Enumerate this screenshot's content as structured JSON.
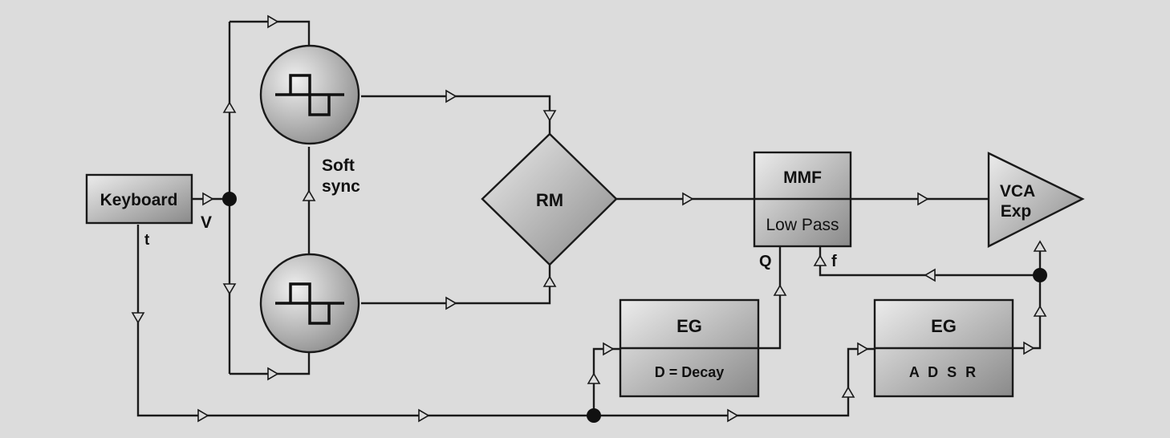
{
  "colors": {
    "background": "#dcdcdc",
    "line": "#1a1a1a",
    "block_light": "#e8e8e8",
    "block_dark": "#8a8a8a"
  },
  "blocks": {
    "keyboard": "Keyboard",
    "rm": "RM",
    "mmf_title": "MMF",
    "mmf_subtitle": "Low Pass",
    "vca_line1": "VCA",
    "vca_line2": "Exp",
    "eg1_title": "EG",
    "eg1_subtitle": "D = Decay",
    "eg2_title": "EG",
    "eg2_subtitle": "A D S R"
  },
  "labels": {
    "v": "V",
    "t": "t",
    "soft_sync_1": "Soft",
    "soft_sync_2": "sync",
    "q": "Q",
    "f": "f"
  },
  "icons": {
    "oscillator_top": "square-wave-icon",
    "oscillator_bottom": "square-wave-icon"
  }
}
